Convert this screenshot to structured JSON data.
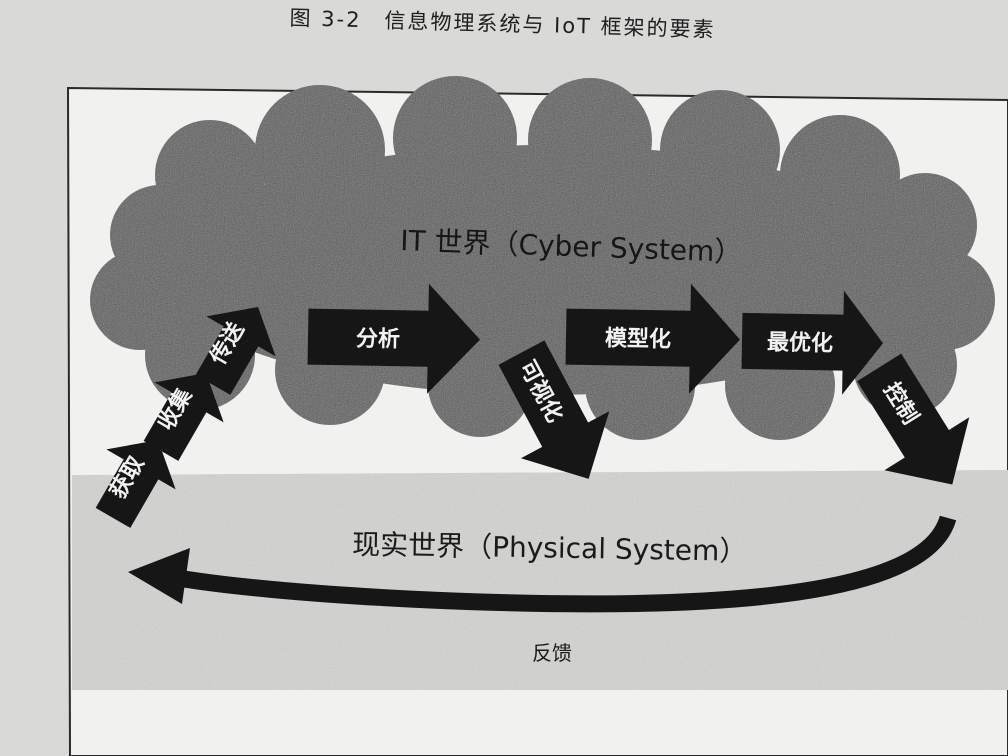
{
  "caption": "图 3-2　信息物理系统与 IoT 框架的要素",
  "cyber_label": "IT 世界（Cyber System）",
  "physical_label": "现实世界（Physical System）",
  "feedback_label": "反馈",
  "steps": {
    "acquire": "获取",
    "collect": "收集",
    "transmit": "传送",
    "analyze": "分析",
    "visualize": "可视化",
    "modeling": "模型化",
    "optimize": "最优化",
    "control": "控制"
  }
}
